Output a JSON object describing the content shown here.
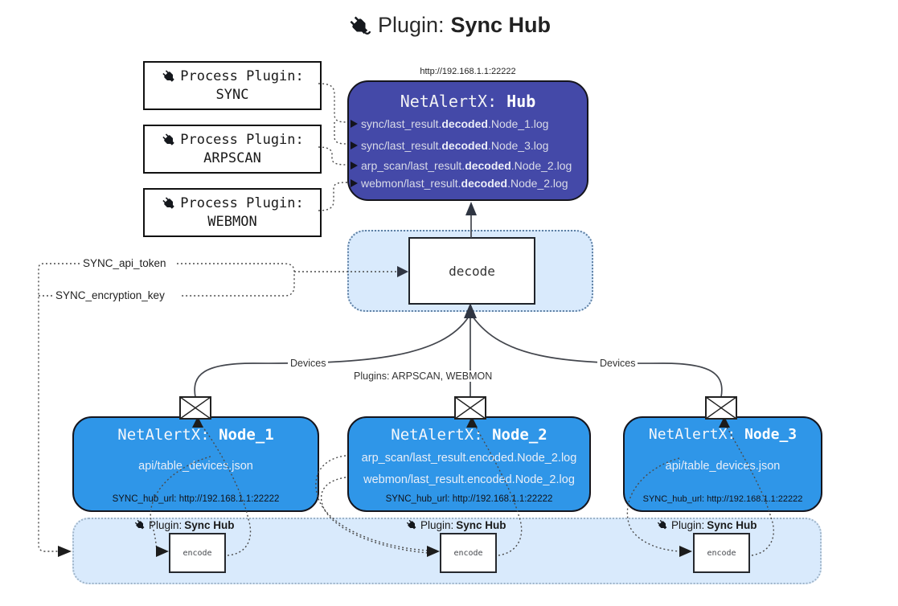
{
  "title": {
    "label": "Plugin:",
    "name": "Sync Hub"
  },
  "hub": {
    "url_note": "http://192.168.1.1:22222",
    "title_label": "NetAlertX:",
    "title_name": "Hub",
    "logs": [
      {
        "pre": "sync/last_result.",
        "mid": "decoded",
        "post": ".Node_1.log"
      },
      {
        "pre": "sync/last_result.",
        "mid": "decoded",
        "post": ".Node_3.log"
      },
      {
        "pre": "arp_scan/last_result.",
        "mid": "decoded",
        "post": ".Node_2.log"
      },
      {
        "pre": "webmon/last_result.",
        "mid": "decoded",
        "post": ".Node_2.log"
      }
    ]
  },
  "process_plugins": [
    {
      "label": "Process Plugin:",
      "name": "SYNC"
    },
    {
      "label": "Process Plugin:",
      "name": "ARPSCAN"
    },
    {
      "label": "Process Plugin:",
      "name": "WEBMON"
    }
  ],
  "decode_box": {
    "label": "decode"
  },
  "secrets": {
    "api_token": "SYNC_api_token",
    "encryption_key": "SYNC_encryption_key"
  },
  "edge_labels": {
    "left": "Devices",
    "middle": "Plugins: ARPSCAN, WEBMON",
    "right": "Devices"
  },
  "nodes": [
    {
      "title_label": "NetAlertX:",
      "title_name": "Node_1",
      "files": [
        "api/table_devices.json"
      ],
      "hub_url": "SYNC_hub_url: http://192.168.1.1:22222"
    },
    {
      "title_label": "NetAlertX:",
      "title_name": "Node_2",
      "files": [
        "arp_scan/last_result.encoded.Node_2.log",
        "webmon/last_result.encoded.Node_2.log"
      ],
      "hub_url": "SYNC_hub_url: http://192.168.1.1:22222"
    },
    {
      "title_label": "NetAlertX:",
      "title_name": "Node_3",
      "files": [
        "api/table_devices.json"
      ],
      "hub_url": "SYNC_hub_url: http://192.168.1.1:22222"
    }
  ],
  "encoders": [
    {
      "plugin_label": "Plugin:",
      "plugin_name": "Sync Hub",
      "box_label": "encode"
    },
    {
      "plugin_label": "Plugin:",
      "plugin_name": "Sync Hub",
      "box_label": "encode"
    },
    {
      "plugin_label": "Plugin:",
      "plugin_name": "Sync Hub",
      "box_label": "encode"
    }
  ],
  "colors": {
    "hub_bg": "#4449a8",
    "node_bg": "#2f96e8",
    "panel_bg": "#d9eafc"
  }
}
